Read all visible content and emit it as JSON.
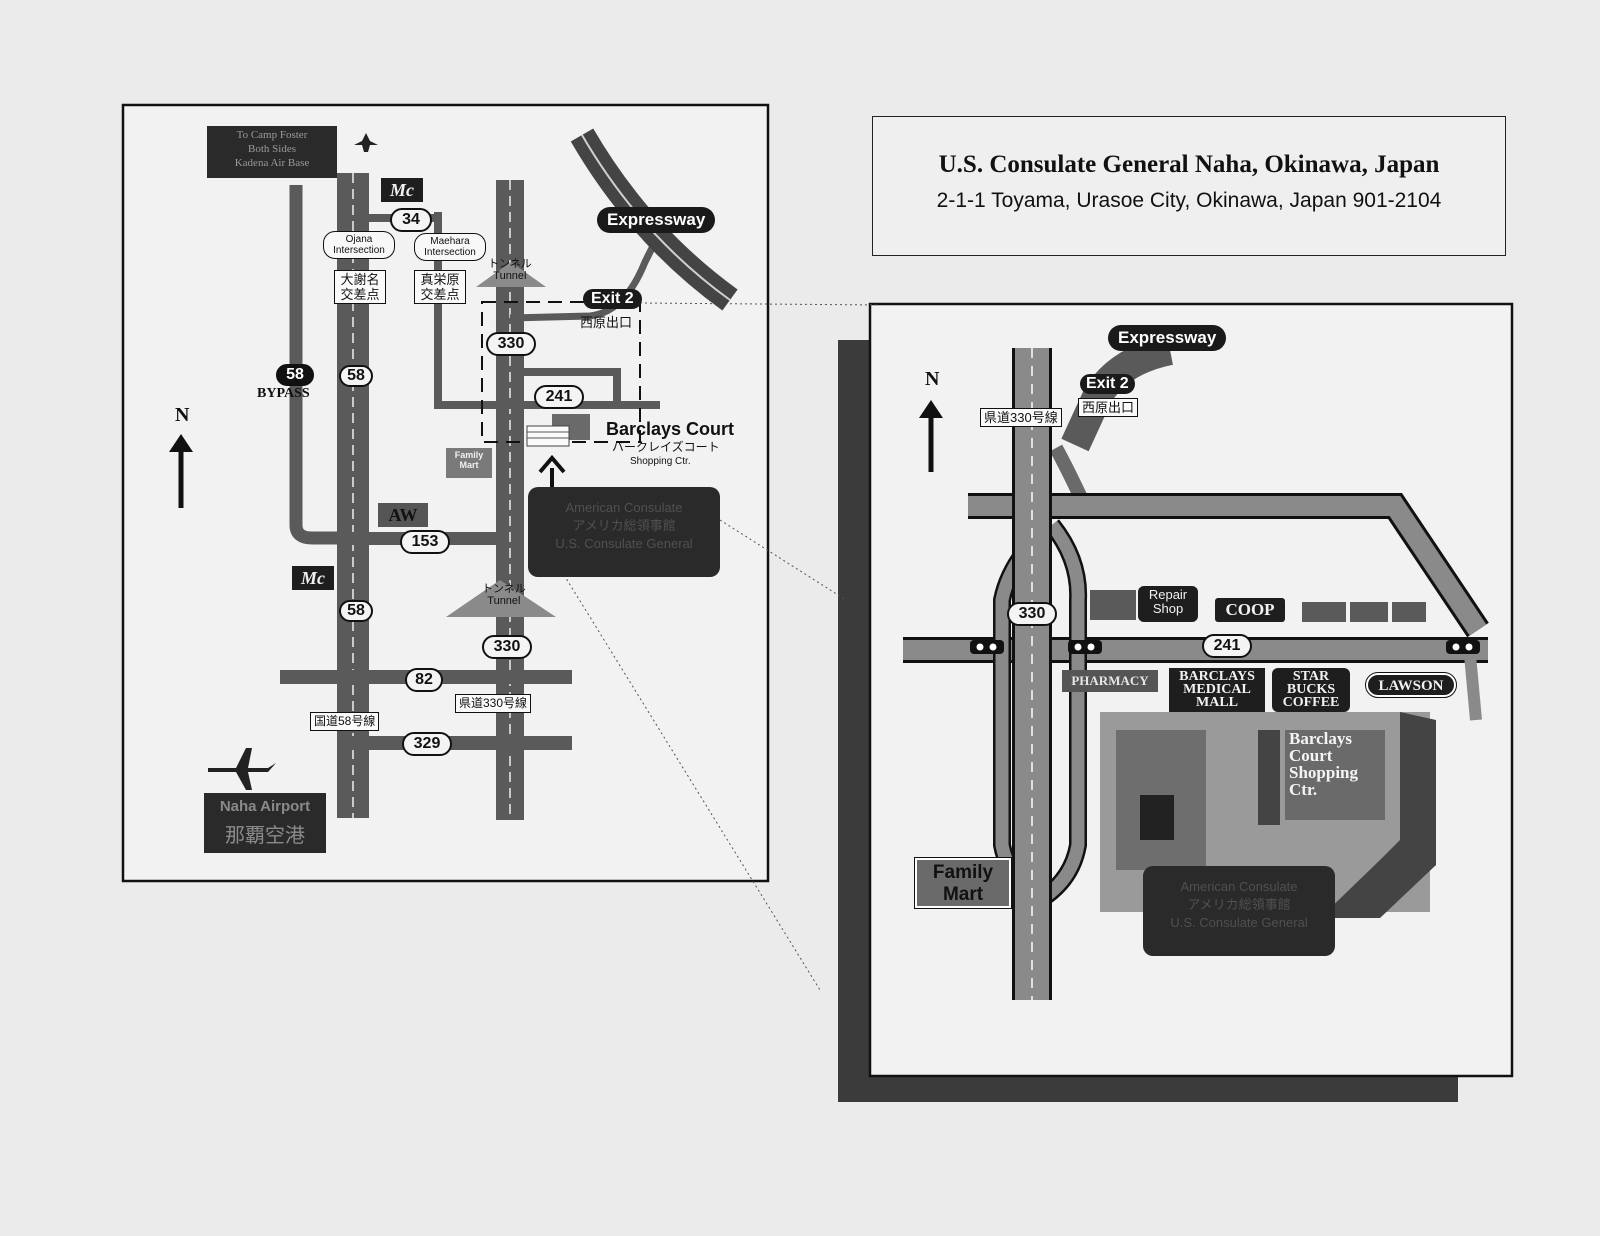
{
  "header": {
    "title": "U.S. Consulate General Naha, Okinawa, Japan",
    "address": "2-1-1 Toyama, Urasoe City, Okinawa, Japan 901-2104"
  },
  "overview_map": {
    "north": "N",
    "camp_foster_box": "To Camp Foster\nBoth Sides\nKadena Air Base",
    "mc_logo": "Mc",
    "aw_logo": "AW",
    "route_34": "34",
    "route_58": "58",
    "route_58_bypass": "58",
    "bypass_label": "BYPASS",
    "route_153": "153",
    "route_82": "82",
    "route_329": "329",
    "route_330_top": "330",
    "route_330_bottom": "330",
    "route_241": "241",
    "ojana_intersection": "Ojana\nIntersection",
    "ojana_jp": "大謝名\n交差点",
    "maehara_intersection": "Maehara\nIntersection",
    "maehara_jp": "真栄原\n交差点",
    "tunnel_top": "トンネル\nTunnel",
    "tunnel_bottom": "トンネル\nTunnel",
    "expressway": "Expressway",
    "exit2": "Exit 2",
    "exit2_jp": "西原出口",
    "barclays_court": "Barclays Court",
    "barclays_jp": "バークレイズコート",
    "shopping_ctr": "Shopping Ctr.",
    "family_mart_small": "Family\nMart",
    "kokudo58": "国道58号線",
    "kendo330": "県道330号線",
    "naha_airport": "Naha Airport",
    "naha_airport_jp": "那覇空港",
    "consulate_box": "American Consulate\nアメリカ総領事館\nU.S. Consulate General"
  },
  "detail_map": {
    "north": "N",
    "expressway": "Expressway",
    "exit2": "Exit 2",
    "exit2_jp": "西原出口",
    "kendo330": "県道330号線",
    "route_330": "330",
    "route_241": "241",
    "repair_shop": "Repair\nShop",
    "coop": "COOP",
    "pharmacy": "PHARMACY",
    "barclays_medical_mall": "BARCLAYS\nMEDICAL\nMALL",
    "starbucks": "STAR\nBUCKS\nCOFFEE",
    "lawson": "LAWSON",
    "shopping_center": "Barclays\nCourt\nShopping\nCtr.",
    "family_mart": "Family\nMart",
    "consulate_box": "American Consulate\nアメリカ総領事館\nU.S. Consulate General"
  }
}
